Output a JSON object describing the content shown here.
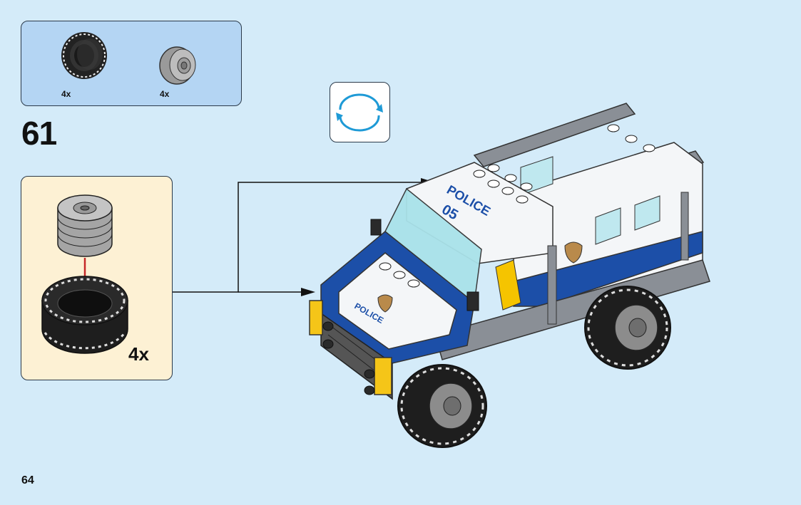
{
  "parts_list": {
    "items": [
      {
        "name": "tire",
        "quantity": "4x"
      },
      {
        "name": "wheel rim",
        "quantity": "4x"
      }
    ]
  },
  "step": {
    "number": "61"
  },
  "subassembly": {
    "quantity": "4x"
  },
  "vehicle": {
    "hood_text": "POLICE",
    "roof_text_line1": "POLICE",
    "roof_text_line2": "05"
  },
  "page": {
    "number": "64"
  },
  "colors": {
    "background": "#d4ebf9",
    "parts_box": "#b4d5f3",
    "subassembly_box": "#fdf1d4",
    "police_blue": "#1c4fa8",
    "rotate_arrow": "#1e9ad6"
  }
}
